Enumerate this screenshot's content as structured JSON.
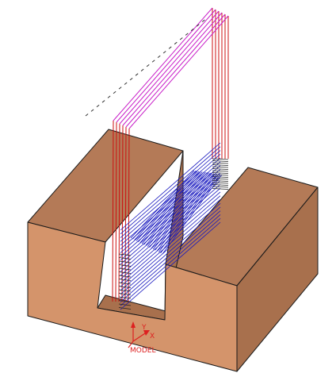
{
  "viewport": {
    "background": "#ffffff",
    "part": {
      "front_color": "#d4946b",
      "side_color": "#a8704d",
      "top_color": "#b47a57",
      "edge_color": "#1a1a1a"
    },
    "toolpath": {
      "rapid_color": "#cc1111",
      "retract_color": "#c81ec8",
      "cut_color": "#1a1abf",
      "link_color": "#222222",
      "approach_color": "#333333"
    },
    "triad": {
      "color": "#dd2020",
      "y_label": "Y",
      "x_label": "X",
      "csys_label": "MODEL"
    }
  }
}
